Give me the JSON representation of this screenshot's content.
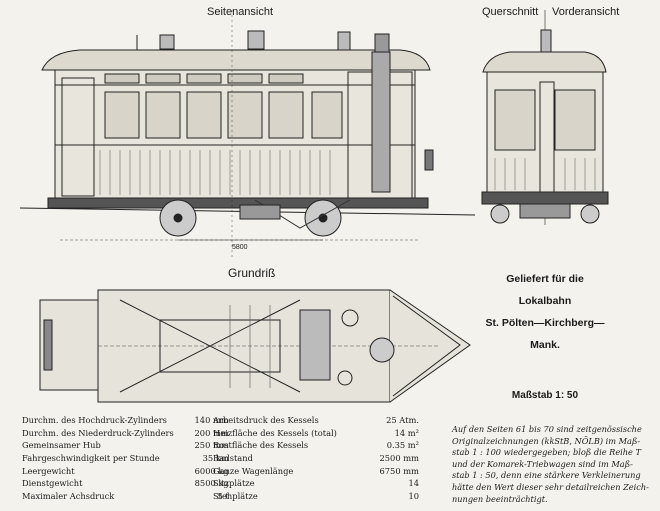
{
  "labels": {
    "side_view": "Seitenansicht",
    "cross_section": "Querschnitt",
    "front_view": "Vorderansicht",
    "plan": "Grundriß",
    "dimension": "5800"
  },
  "delivered": {
    "lines": [
      "Geliefert für die",
      "Lokalbahn",
      "St. Pölten—Kirchberg—",
      "Mank."
    ]
  },
  "scale": "Maßstab 1: 50",
  "specs_left": [
    {
      "label": "Durchm. des Hochdruck-Zylinders",
      "value": "140 mm"
    },
    {
      "label": "Durchm. des Niederdruck-Zylinders",
      "value": "200 mm"
    },
    {
      "label": "Gemeinsamer Hub",
      "value": "250 mm"
    },
    {
      "label": "Fahrgeschwindigkeit per Stunde",
      "value": "35 km"
    },
    {
      "label": "Leergewicht",
      "value": "6000 kg"
    },
    {
      "label": "Dienstgewicht",
      "value": "8500 kg"
    },
    {
      "label": "Maximaler Achsdruck",
      "value": "5 t"
    }
  ],
  "specs_right": [
    {
      "label": "Arbeitsdruck des Kessels",
      "value": "25 Atm."
    },
    {
      "label": "Heizfläche des Kessels (total)",
      "value": "14 m²"
    },
    {
      "label": "Rostfläche des Kessels",
      "value": "0.35 m²"
    },
    {
      "label": "Radstand",
      "value": "2500 mm"
    },
    {
      "label": "Ganze Wagenlänge",
      "value": "6750 mm"
    },
    {
      "label": "Sitzplätze",
      "value": "14"
    },
    {
      "label": "Stehplätze",
      "value": "10"
    }
  ],
  "note": [
    "Auf den Seiten 61 bis 70 sind zeitgenössische",
    "Originalzeichnungen (kkStB, NÖLB) im Maß-",
    "stab 1 : 100 wiedergegeben; bloß die Reihe T",
    "und der Komarek-Triebwagen sind im Maß-",
    "stab 1 : 50, denn eine stärkere Verkleinerung",
    "hätte den Wert dieser sehr detailreichen Zeich-",
    "nungen beeinträchtigt."
  ]
}
